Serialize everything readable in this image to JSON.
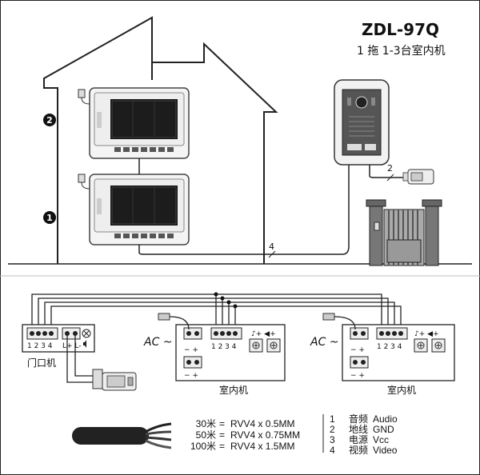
{
  "header": {
    "model": "ZDL-97Q",
    "subtitle": "1 拖 1-3台室内机"
  },
  "house": {
    "floor_top_marker": "2",
    "floor_bottom_marker": "1",
    "cable_count_main": "4",
    "cable_count_door": "2"
  },
  "wiring": {
    "door_unit_label": "门口机",
    "indoor_label_1": "室内机",
    "indoor_label_2": "室内机",
    "ac_label_1": "AC ~",
    "ac_label_2": "AC ~",
    "terminal_1234": "1 2 3 4",
    "terminal_lock": "L+ L-",
    "power_minus_plus": "− +",
    "power_minus_plus_b": "− +"
  },
  "specs": {
    "rows": [
      {
        "length": "30米",
        "cable": "RVV4 x 0.5MM"
      },
      {
        "length": "50米",
        "cable": "RVV4 x 0.75MM"
      },
      {
        "length": "100米",
        "cable": "RVV4 x 1.5MM"
      }
    ],
    "pins": [
      {
        "n": "1",
        "cn": "音频",
        "en": "Audio"
      },
      {
        "n": "2",
        "cn": "地线",
        "en": "GND"
      },
      {
        "n": "3",
        "cn": "电源",
        "en": "Vcc"
      },
      {
        "n": "4",
        "cn": "视频",
        "en": "Video"
      }
    ]
  }
}
